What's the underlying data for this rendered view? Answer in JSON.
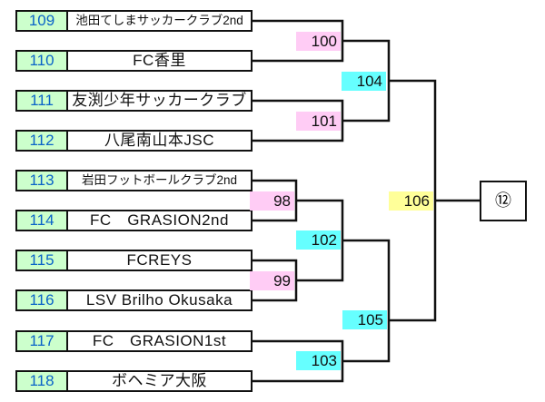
{
  "teams": [
    {
      "no": "109",
      "name": "池田てしまサッカークラブ2nd"
    },
    {
      "no": "110",
      "name": "FC香里"
    },
    {
      "no": "111",
      "name": "友渕少年サッカークラブ"
    },
    {
      "no": "112",
      "name": "八尾南山本JSC"
    },
    {
      "no": "113",
      "name": "岩田フットボールクラブ2nd"
    },
    {
      "no": "114",
      "name": "FC　GRASION2nd"
    },
    {
      "no": "115",
      "name": "FCREYS"
    },
    {
      "no": "116",
      "name": "LSV Brilho Okusaka"
    },
    {
      "no": "117",
      "name": "FC　GRASION1st"
    },
    {
      "no": "118",
      "name": "ボヘミア大阪"
    }
  ],
  "matches": {
    "m98": "98",
    "m99": "99",
    "m100": "100",
    "m101": "101",
    "m102": "102",
    "m103": "103",
    "m104": "104",
    "m105": "105",
    "m106": "106"
  },
  "final_slot": "⑫",
  "colors": {
    "pink": "#ffccf5",
    "cyan": "#66ffff",
    "yellow": "#ffff99",
    "green": "#ccffcc",
    "number_blue": "#0a64c8"
  }
}
